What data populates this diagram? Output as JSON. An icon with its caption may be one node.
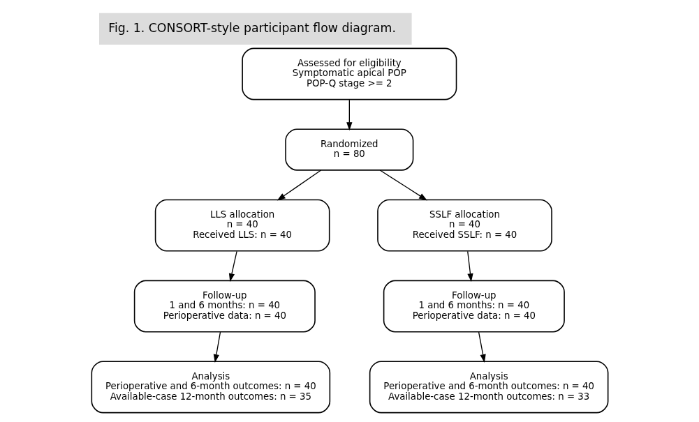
{
  "diagram": {
    "caption": "Fig. 1. CONSORT-style participant flow diagram.",
    "nodes": [
      {
        "text": [
          "Assessed for eligibility",
          "Symptomatic apical POP",
          "POP-Q stage >= 2"
        ]
      },
      {
        "text": [
          "Randomized",
          "n = 80"
        ]
      },
      {
        "text": [
          "LLS allocation",
          "n = 40",
          "Received LLS: n = 40"
        ]
      },
      {
        "text": [
          "SSLF allocation",
          "n = 40",
          "Received SSLF: n = 40"
        ]
      },
      {
        "text": [
          "Follow-up",
          "1 and 6 months: n = 40",
          "Perioperative data: n = 40"
        ]
      },
      {
        "text": [
          "Follow-up",
          "1 and 6 months: n = 40",
          "Perioperative data: n = 40"
        ]
      },
      {
        "text": [
          "Analysis",
          "Perioperative and 6-month outcomes: n = 40",
          "Available-case 12-month outcomes: n = 35"
        ]
      },
      {
        "text": [
          "Analysis",
          "Perioperative and 6-month outcomes: n = 40",
          "Available-case 12-month outcomes: n = 33"
        ]
      }
    ],
    "edges": [
      {
        "from": 0,
        "to": 1,
        "arrow": "to"
      },
      {
        "from": 1,
        "to": 2,
        "arrow": "to"
      },
      {
        "from": 1,
        "to": 3,
        "arrow": "to"
      },
      {
        "from": 2,
        "to": 4,
        "arrow": "to"
      },
      {
        "from": 3,
        "to": 5,
        "arrow": "to"
      },
      {
        "from": 4,
        "to": 6,
        "arrow": "to"
      },
      {
        "from": 5,
        "to": 7,
        "arrow": "to"
      }
    ]
  }
}
